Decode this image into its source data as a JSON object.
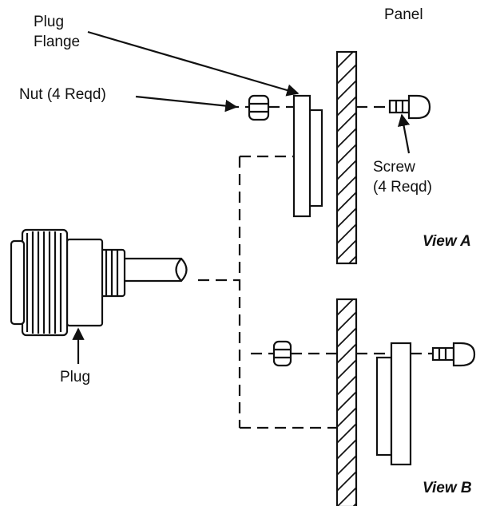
{
  "labels": {
    "panel": "Panel",
    "plug_flange_line1": "Plug",
    "plug_flange_line2": "Flange",
    "nut": "Nut (4 Reqd)",
    "screw_line1": "Screw",
    "screw_line2": "(4 Reqd)",
    "plug": "Plug",
    "view_a": "View A",
    "view_b": "View B"
  }
}
